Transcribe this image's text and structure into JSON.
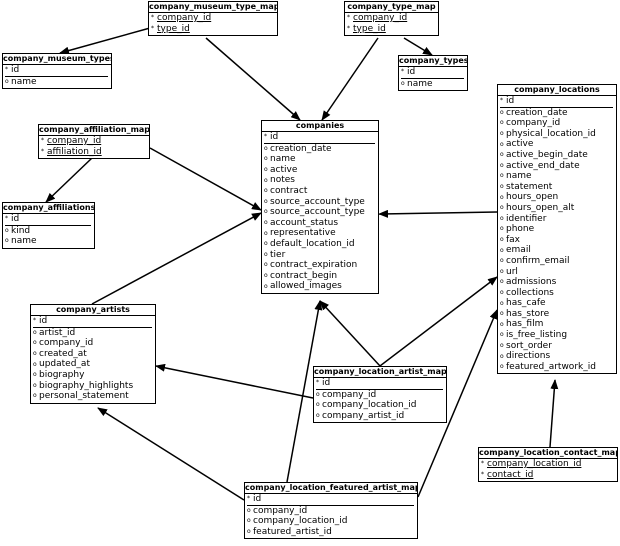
{
  "tables": [
    {
      "id": "company_museum_type_map",
      "title": "company_museum_type_map",
      "fields": [
        {
          "marker": "*",
          "name": "company_id",
          "key": "fk"
        },
        {
          "marker": "*",
          "name": "type_id",
          "key": "fk"
        }
      ]
    },
    {
      "id": "company_type_map",
      "title": "company_type_map",
      "fields": [
        {
          "marker": "*",
          "name": "company_id",
          "key": "fk"
        },
        {
          "marker": "*",
          "name": "type_id",
          "key": "fk"
        }
      ]
    },
    {
      "id": "company_museum_types",
      "title": "company_museum_types",
      "fields": [
        {
          "marker": "*",
          "name": "id",
          "key": "pk"
        },
        {
          "marker": "o",
          "name": "name"
        }
      ]
    },
    {
      "id": "company_types",
      "title": "company_types",
      "fields": [
        {
          "marker": "*",
          "name": "id",
          "key": "pk"
        },
        {
          "marker": "o",
          "name": "name"
        }
      ]
    },
    {
      "id": "company_affiliation_map",
      "title": "company_affiliation_map",
      "fields": [
        {
          "marker": "*",
          "name": "company_id",
          "key": "fk"
        },
        {
          "marker": "*",
          "name": "affiliation_id",
          "key": "fk"
        }
      ]
    },
    {
      "id": "company_affiliations",
      "title": "company_affiliations",
      "fields": [
        {
          "marker": "*",
          "name": "id",
          "key": "pk"
        },
        {
          "marker": "o",
          "name": "kind"
        },
        {
          "marker": "o",
          "name": "name"
        }
      ]
    },
    {
      "id": "companies",
      "title": "companies",
      "fields": [
        {
          "marker": "*",
          "name": "id",
          "key": "pk"
        },
        {
          "marker": "o",
          "name": "creation_date"
        },
        {
          "marker": "o",
          "name": "name"
        },
        {
          "marker": "o",
          "name": "active"
        },
        {
          "marker": "o",
          "name": "notes"
        },
        {
          "marker": "o",
          "name": "contract"
        },
        {
          "marker": "o",
          "name": "source_account_type"
        },
        {
          "marker": "o",
          "name": "source_account_type"
        },
        {
          "marker": "o",
          "name": "account_status"
        },
        {
          "marker": "o",
          "name": "representative"
        },
        {
          "marker": "o",
          "name": "default_location_id"
        },
        {
          "marker": "o",
          "name": "tier"
        },
        {
          "marker": "o",
          "name": "contract_expiration"
        },
        {
          "marker": "o",
          "name": "contract_begin"
        },
        {
          "marker": "o",
          "name": "allowed_images"
        }
      ]
    },
    {
      "id": "company_locations",
      "title": "company_locations",
      "fields": [
        {
          "marker": "*",
          "name": "id",
          "key": "pk"
        },
        {
          "marker": "o",
          "name": "creation_date"
        },
        {
          "marker": "o",
          "name": "company_id"
        },
        {
          "marker": "o",
          "name": "physical_location_id"
        },
        {
          "marker": "o",
          "name": "active"
        },
        {
          "marker": "o",
          "name": "active_begin_date"
        },
        {
          "marker": "o",
          "name": "active_end_date"
        },
        {
          "marker": "o",
          "name": "name"
        },
        {
          "marker": "o",
          "name": "statement"
        },
        {
          "marker": "o",
          "name": "hours_open"
        },
        {
          "marker": "o",
          "name": "hours_open_alt"
        },
        {
          "marker": "o",
          "name": "identifier"
        },
        {
          "marker": "o",
          "name": "phone"
        },
        {
          "marker": "o",
          "name": "fax"
        },
        {
          "marker": "o",
          "name": "email"
        },
        {
          "marker": "o",
          "name": "confirm_email"
        },
        {
          "marker": "o",
          "name": "url"
        },
        {
          "marker": "o",
          "name": "admissions"
        },
        {
          "marker": "o",
          "name": "collections"
        },
        {
          "marker": "o",
          "name": "has_cafe"
        },
        {
          "marker": "o",
          "name": "has_store"
        },
        {
          "marker": "o",
          "name": "has_film"
        },
        {
          "marker": "o",
          "name": "is_free_listing"
        },
        {
          "marker": "o",
          "name": "sort_order"
        },
        {
          "marker": "o",
          "name": "directions"
        },
        {
          "marker": "o",
          "name": "featured_artwork_id"
        }
      ]
    },
    {
      "id": "company_artists",
      "title": "company_artists",
      "fields": [
        {
          "marker": "*",
          "name": "id",
          "key": "pk"
        },
        {
          "marker": "o",
          "name": "artist_id"
        },
        {
          "marker": "o",
          "name": "company_id"
        },
        {
          "marker": "o",
          "name": "created_at"
        },
        {
          "marker": "o",
          "name": "updated_at"
        },
        {
          "marker": "o",
          "name": "biography"
        },
        {
          "marker": "o",
          "name": "biography_highlights"
        },
        {
          "marker": "o",
          "name": "personal_statement"
        }
      ]
    },
    {
      "id": "company_location_artist_map",
      "title": "company_location_artist_map",
      "fields": [
        {
          "marker": "*",
          "name": "id",
          "key": "pk"
        },
        {
          "marker": "o",
          "name": "company_id"
        },
        {
          "marker": "o",
          "name": "company_location_id"
        },
        {
          "marker": "o",
          "name": "company_artist_id"
        }
      ]
    },
    {
      "id": "company_location_contact_map",
      "title": "company_location_contact_map",
      "fields": [
        {
          "marker": "*",
          "name": "company_location_id",
          "key": "fk"
        },
        {
          "marker": "*",
          "name": "contact_id",
          "key": "fk"
        }
      ]
    },
    {
      "id": "company_location_featured_artist_map",
      "title": "company_location_featured_artist_map",
      "fields": [
        {
          "marker": "*",
          "name": "id",
          "key": "pk"
        },
        {
          "marker": "o",
          "name": "company_id"
        },
        {
          "marker": "o",
          "name": "company_location_id"
        },
        {
          "marker": "o",
          "name": "featured_artist_id"
        }
      ]
    }
  ],
  "relations": [
    {
      "from": "company_museum_type_map",
      "to": "company_museum_types"
    },
    {
      "from": "company_museum_type_map",
      "to": "companies"
    },
    {
      "from": "company_type_map",
      "to": "companies"
    },
    {
      "from": "company_type_map",
      "to": "company_types"
    },
    {
      "from": "company_affiliation_map",
      "to": "company_affiliations"
    },
    {
      "from": "company_affiliation_map",
      "to": "companies"
    },
    {
      "from": "company_artists",
      "to": "companies"
    },
    {
      "from": "company_locations",
      "to": "companies"
    },
    {
      "from": "company_location_artist_map",
      "to": "companies"
    },
    {
      "from": "company_location_artist_map",
      "to": "company_artists"
    },
    {
      "from": "company_location_artist_map",
      "to": "company_locations"
    },
    {
      "from": "company_location_featured_artist_map",
      "to": "companies"
    },
    {
      "from": "company_location_featured_artist_map",
      "to": "company_artists"
    },
    {
      "from": "company_location_featured_artist_map",
      "to": "company_locations"
    },
    {
      "from": "company_location_contact_map",
      "to": "company_locations"
    }
  ]
}
